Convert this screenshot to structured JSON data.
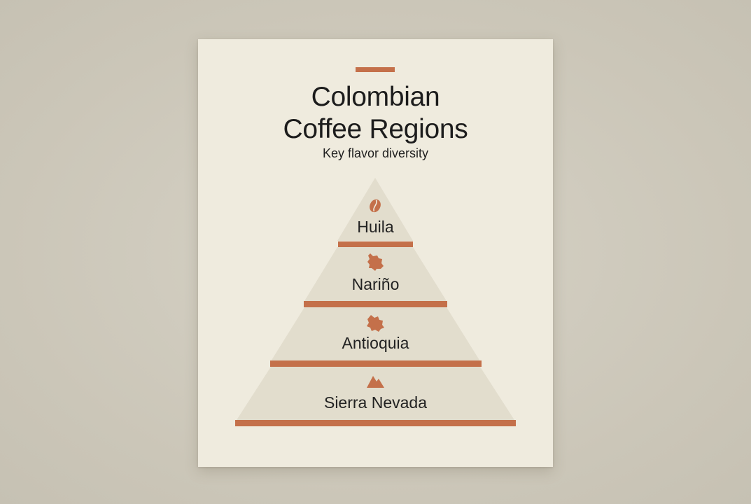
{
  "title_line1": "Colombian",
  "title_line2": "Coffee Regions",
  "subtitle": "Key flavor diversity",
  "colors": {
    "accent": "#c4704a",
    "tier_fill": "#e2ddcd",
    "card": "#efebde",
    "background": "#cdc8bb"
  },
  "tiers": [
    {
      "label": "Huila",
      "icon": "coffee-bean-icon"
    },
    {
      "label": "Nariño",
      "icon": "region-map-icon"
    },
    {
      "label": "Antioquia",
      "icon": "region-map-icon"
    },
    {
      "label": "Sierra Nevada",
      "icon": "mountain-icon"
    }
  ]
}
